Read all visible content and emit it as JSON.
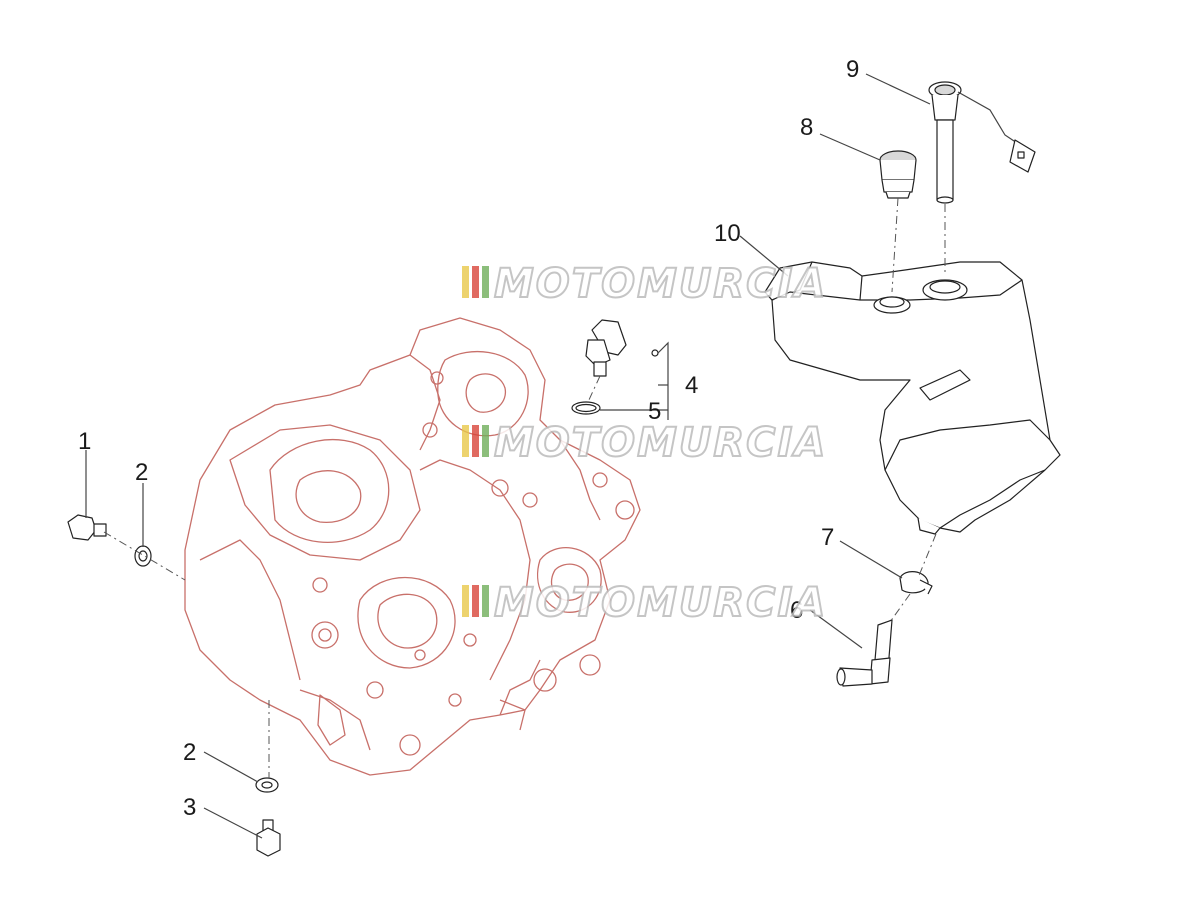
{
  "diagram": {
    "watermark": {
      "text": "MOTOMURCIA",
      "colors": [
        "#e8c84a",
        "#d8453a",
        "#6fae5a"
      ]
    },
    "part_labels": [
      "1",
      "2",
      "3",
      "2",
      "4",
      "5",
      "6",
      "7",
      "8",
      "9",
      "10"
    ],
    "colors": {
      "engine_outline": "#c8706a",
      "part_outline": "#222222",
      "label": "#1a1a1a"
    }
  }
}
